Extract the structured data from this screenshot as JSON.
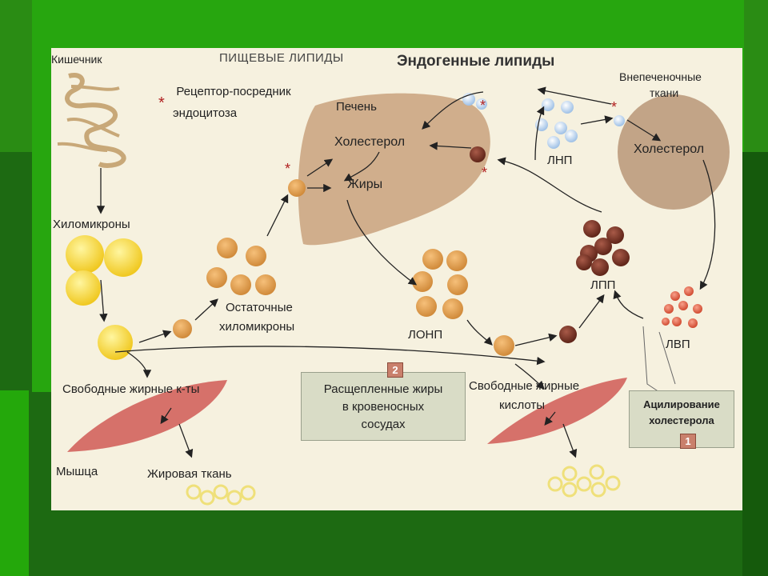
{
  "title": "Эндогенные липиды",
  "section_dietary": "ПИЩЕВЫЕ ЛИПИДЫ",
  "labels": {
    "intestine": "Кишечник",
    "receptor_line1": "Рецептор-посредник",
    "receptor_line2": "эндоцитоза",
    "liver": "Печень",
    "cholesterol_liver": "Холестерол",
    "fats": "Жиры",
    "extrahepatic_line1": "Внепеченочные",
    "extrahepatic_line2": "ткани",
    "cholesterol_tissue": "Холестерол",
    "ldl": "ЛНП",
    "chylomicrons": "Хиломикроны",
    "remnants_line1": "Остаточные",
    "remnants_line2": "хиломикроны",
    "vldl": "ЛОНП",
    "idl": "ЛПП",
    "hdl": "ЛВП",
    "ffa_left": "Свободные жирные к-ты",
    "muscle": "Мышца",
    "adipose": "Жировая ткань",
    "ffa_right_line1": "Свободные жирные",
    "ffa_right_line2": "кислоты",
    "box2_line1": "Расщепленные жиры",
    "box2_line2": "в кровеносных",
    "box2_line3": "сосудах",
    "box1_line1": "Ацилирование",
    "box1_line2": "холестерола",
    "badge1": "1",
    "badge2": "2",
    "star": "*"
  },
  "colors": {
    "panel": "#f6f1df",
    "liver": "#c9a27e",
    "tissue": "#b08a6a",
    "chylomicron": "#f2cf2a",
    "remnant": "#d89a4a",
    "vldl": "#c8954e",
    "idl": "#7a3a2a",
    "hdl": "#d45a3a",
    "ldl": "#a8c8e8",
    "muscle": "#d6716a",
    "fat": "#f5e480",
    "badge": "#c9806c",
    "star": "#b02020"
  }
}
